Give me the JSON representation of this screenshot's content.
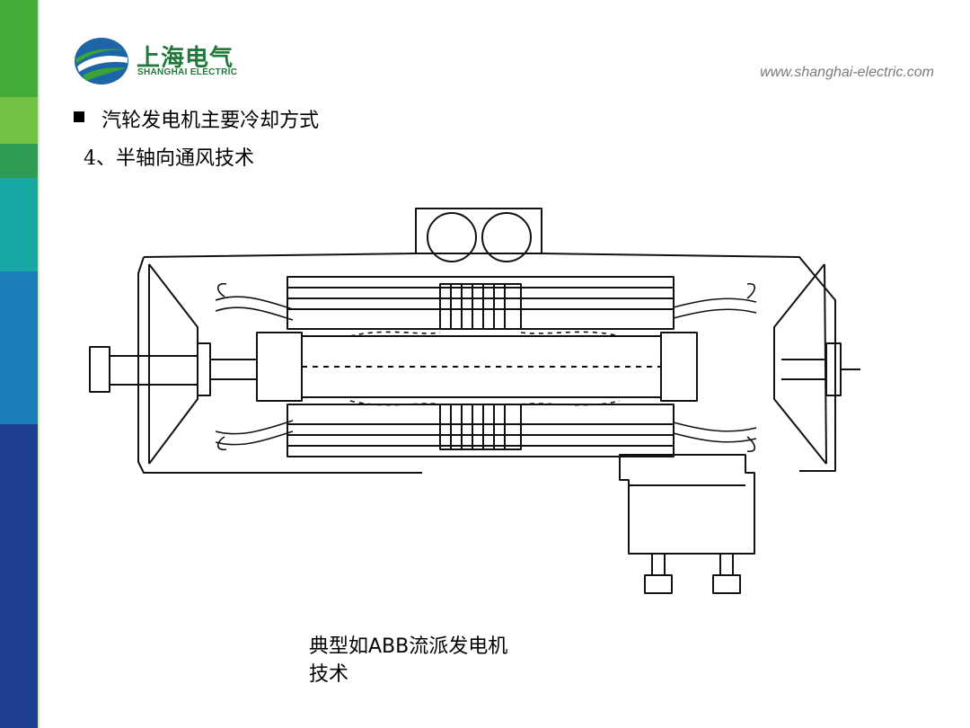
{
  "brand": {
    "name_cn": "上海电气",
    "name_en": "SHANGHAI ELECTRIC",
    "website": "www.shanghai-electric.com",
    "colors": {
      "green": "#1f7a3a",
      "blue": "#1d64a8",
      "side_bar": [
        "#3aa536",
        "#6cbf3f",
        "#2e9a52",
        "#16a6a2",
        "#1a7db8",
        "#1c3f8f"
      ]
    }
  },
  "slide": {
    "heading": "汽轮发电机主要冷却方式",
    "subheading": "4、半轴向通风技术",
    "caption_line1": "典型如ABB流派发电机",
    "caption_line2": "技术"
  }
}
